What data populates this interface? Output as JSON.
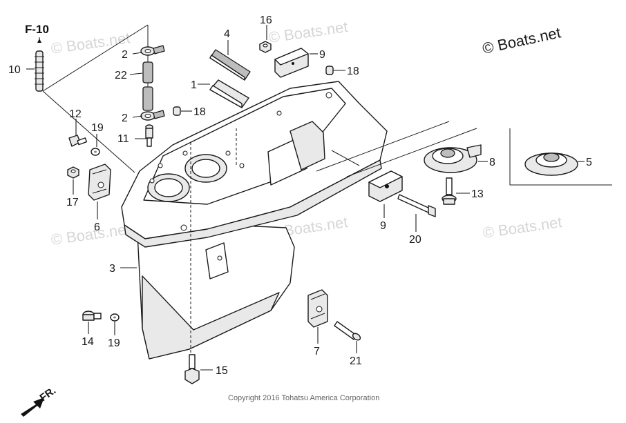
{
  "watermark_text": "© Boats.net",
  "brand_text": "© Boats.net",
  "copyright": "Copyright 2016 Tohatsu America Corporation",
  "section_ref": "F-10",
  "front_marker": "FR.",
  "callouts": {
    "c1": "1",
    "c2a": "2",
    "c2b": "2",
    "c3": "3",
    "c4": "4",
    "c5": "5",
    "c6": "6",
    "c7": "7",
    "c8": "8",
    "c9a": "9",
    "c9b": "9",
    "c10": "10",
    "c11": "11",
    "c12": "12",
    "c13": "13",
    "c14": "14",
    "c15": "15",
    "c16": "16",
    "c17": "17",
    "c18a": "18",
    "c18b": "18",
    "c19a": "19",
    "c19b": "19",
    "c20": "20",
    "c21": "21",
    "c22": "22"
  }
}
